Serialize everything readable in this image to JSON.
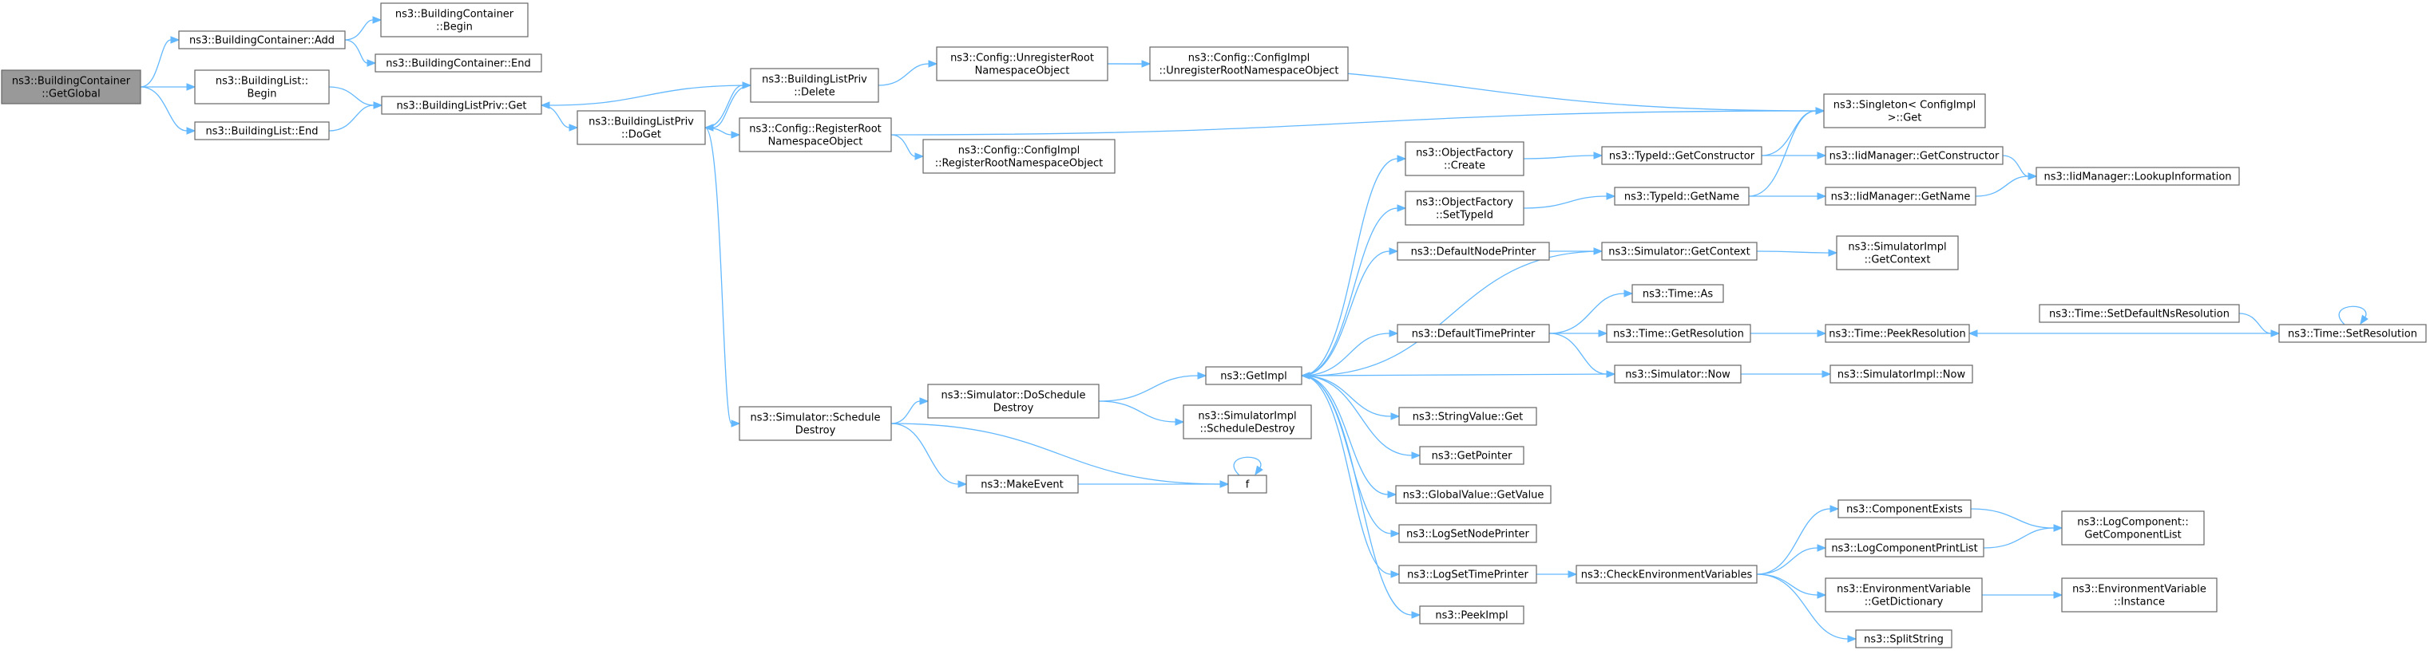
{
  "graph": {
    "title": "",
    "nodes": [
      {
        "id": "root",
        "lines": [
          "ns3::BuildingContainer",
          "::GetGlobal"
        ]
      },
      {
        "id": "bc_add",
        "lines": [
          "ns3::BuildingContainer::Add"
        ]
      },
      {
        "id": "bc_begin",
        "lines": [
          "ns3::BuildingContainer",
          "::Begin"
        ]
      },
      {
        "id": "bc_end",
        "lines": [
          "ns3::BuildingContainer::End"
        ]
      },
      {
        "id": "bl_begin",
        "lines": [
          "ns3::BuildingList::",
          "Begin"
        ]
      },
      {
        "id": "bl_end",
        "lines": [
          "ns3::BuildingList::End"
        ]
      },
      {
        "id": "blp_get",
        "lines": [
          "ns3::BuildingListPriv::Get"
        ]
      },
      {
        "id": "blp_doget",
        "lines": [
          "ns3::BuildingListPriv",
          "::DoGet"
        ]
      },
      {
        "id": "blp_delete",
        "lines": [
          "ns3::BuildingListPriv",
          "::Delete"
        ]
      },
      {
        "id": "cfg_unreg",
        "lines": [
          "ns3::Config::UnregisterRoot",
          "NamespaceObject"
        ]
      },
      {
        "id": "cfgimpl_unreg",
        "lines": [
          "ns3::Config::ConfigImpl",
          "::UnregisterRootNamespaceObject"
        ]
      },
      {
        "id": "cfg_reg",
        "lines": [
          "ns3::Config::RegisterRoot",
          "NamespaceObject"
        ]
      },
      {
        "id": "cfgimpl_reg",
        "lines": [
          "ns3::Config::ConfigImpl",
          "::RegisterRootNamespaceObject"
        ]
      },
      {
        "id": "singleton_get",
        "lines": [
          "ns3::Singleton< ConfigImpl",
          " >::Get"
        ]
      },
      {
        "id": "sim_sched",
        "lines": [
          "ns3::Simulator::Schedule",
          "Destroy"
        ]
      },
      {
        "id": "sim_dosched",
        "lines": [
          "ns3::Simulator::DoSchedule",
          "Destroy"
        ]
      },
      {
        "id": "simimpl_sched",
        "lines": [
          "ns3::SimulatorImpl",
          "::ScheduleDestroy"
        ]
      },
      {
        "id": "makeevent",
        "lines": [
          "ns3::MakeEvent"
        ]
      },
      {
        "id": "f",
        "lines": [
          "f"
        ]
      },
      {
        "id": "getimpl",
        "lines": [
          "ns3::GetImpl"
        ]
      },
      {
        "id": "of_create",
        "lines": [
          "ns3::ObjectFactory",
          "::Create"
        ]
      },
      {
        "id": "of_settypeid",
        "lines": [
          "ns3::ObjectFactory",
          "::SetTypeId"
        ]
      },
      {
        "id": "defnodeprinter",
        "lines": [
          "ns3::DefaultNodePrinter"
        ]
      },
      {
        "id": "deftimeprinter",
        "lines": [
          "ns3::DefaultTimePrinter"
        ]
      },
      {
        "id": "stringvalue_get",
        "lines": [
          "ns3::StringValue::Get"
        ]
      },
      {
        "id": "getpointer",
        "lines": [
          "ns3::GetPointer"
        ]
      },
      {
        "id": "globalvalue_get",
        "lines": [
          "ns3::GlobalValue::GetValue"
        ]
      },
      {
        "id": "logsetnode",
        "lines": [
          "ns3::LogSetNodePrinter"
        ]
      },
      {
        "id": "logsettime",
        "lines": [
          "ns3::LogSetTimePrinter"
        ]
      },
      {
        "id": "peekimpl",
        "lines": [
          "ns3::PeekImpl"
        ]
      },
      {
        "id": "typeid_getctor",
        "lines": [
          "ns3::TypeId::GetConstructor"
        ]
      },
      {
        "id": "typeid_getname",
        "lines": [
          "ns3::TypeId::GetName"
        ]
      },
      {
        "id": "iid_getctor",
        "lines": [
          "ns3::IidManager::GetConstructor"
        ]
      },
      {
        "id": "iid_getname",
        "lines": [
          "ns3::IidManager::GetName"
        ]
      },
      {
        "id": "iid_lookup",
        "lines": [
          "ns3::IidManager::LookupInformation"
        ]
      },
      {
        "id": "sim_getcontext",
        "lines": [
          "ns3::Simulator::GetContext"
        ]
      },
      {
        "id": "simimpl_getcontext",
        "lines": [
          "ns3::SimulatorImpl",
          "::GetContext"
        ]
      },
      {
        "id": "time_as",
        "lines": [
          "ns3::Time::As"
        ]
      },
      {
        "id": "time_getres",
        "lines": [
          "ns3::Time::GetResolution"
        ]
      },
      {
        "id": "sim_now",
        "lines": [
          "ns3::Simulator::Now"
        ]
      },
      {
        "id": "simimpl_now",
        "lines": [
          "ns3::SimulatorImpl::Now"
        ]
      },
      {
        "id": "time_peekres",
        "lines": [
          "ns3::Time::PeekResolution"
        ]
      },
      {
        "id": "time_setdefns",
        "lines": [
          "ns3::Time::SetDefaultNsResolution"
        ]
      },
      {
        "id": "time_setres",
        "lines": [
          "ns3::Time::SetResolution"
        ]
      },
      {
        "id": "checkenv",
        "lines": [
          "ns3::CheckEnvironmentVariables"
        ]
      },
      {
        "id": "compexists",
        "lines": [
          "ns3::ComponentExists"
        ]
      },
      {
        "id": "logcompprint",
        "lines": [
          "ns3::LogComponentPrintList"
        ]
      },
      {
        "id": "envvar_getdict",
        "lines": [
          "ns3::EnvironmentVariable",
          "::GetDictionary"
        ]
      },
      {
        "id": "splitstring",
        "lines": [
          "ns3::SplitString"
        ]
      },
      {
        "id": "logcomp_getlist",
        "lines": [
          "ns3::LogComponent::",
          "GetComponentList"
        ]
      },
      {
        "id": "envvar_instance",
        "lines": [
          "ns3::EnvironmentVariable",
          "::Instance"
        ]
      }
    ],
    "edges": [
      [
        "root",
        "bc_add"
      ],
      [
        "root",
        "bl_begin"
      ],
      [
        "root",
        "bl_end"
      ],
      [
        "bc_add",
        "bc_begin"
      ],
      [
        "bc_add",
        "bc_end"
      ],
      [
        "bl_begin",
        "blp_get"
      ],
      [
        "bl_end",
        "blp_get"
      ],
      [
        "blp_get",
        "blp_doget"
      ],
      [
        "blp_doget",
        "blp_delete"
      ],
      [
        "blp_delete",
        "blp_doget"
      ],
      [
        "blp_delete",
        "blp_get"
      ],
      [
        "blp_delete",
        "cfg_unreg"
      ],
      [
        "cfg_unreg",
        "cfgimpl_unreg"
      ],
      [
        "cfg_unreg",
        "singleton_get"
      ],
      [
        "blp_doget",
        "cfg_reg"
      ],
      [
        "cfg_reg",
        "cfgimpl_reg"
      ],
      [
        "cfg_reg",
        "singleton_get"
      ],
      [
        "blp_doget",
        "sim_sched"
      ],
      [
        "sim_sched",
        "sim_dosched"
      ],
      [
        "sim_sched",
        "makeevent"
      ],
      [
        "sim_sched",
        "f"
      ],
      [
        "sim_dosched",
        "getimpl"
      ],
      [
        "sim_dosched",
        "simimpl_sched"
      ],
      [
        "makeevent",
        "f"
      ],
      [
        "f",
        "f"
      ],
      [
        "getimpl",
        "of_create"
      ],
      [
        "getimpl",
        "of_settypeid"
      ],
      [
        "getimpl",
        "defnodeprinter"
      ],
      [
        "getimpl",
        "deftimeprinter"
      ],
      [
        "getimpl",
        "stringvalue_get"
      ],
      [
        "getimpl",
        "getpointer"
      ],
      [
        "getimpl",
        "globalvalue_get"
      ],
      [
        "getimpl",
        "logsetnode"
      ],
      [
        "getimpl",
        "logsettime"
      ],
      [
        "getimpl",
        "peekimpl"
      ],
      [
        "of_create",
        "typeid_getctor"
      ],
      [
        "of_settypeid",
        "typeid_getname"
      ],
      [
        "typeid_getctor",
        "iid_getctor"
      ],
      [
        "typeid_getctor",
        "singleton_get"
      ],
      [
        "typeid_getname",
        "iid_getname"
      ],
      [
        "typeid_getname",
        "singleton_get"
      ],
      [
        "iid_getctor",
        "iid_lookup"
      ],
      [
        "iid_getname",
        "iid_lookup"
      ],
      [
        "defnodeprinter",
        "sim_getcontext"
      ],
      [
        "sim_getcontext",
        "getimpl"
      ],
      [
        "sim_getcontext",
        "simimpl_getcontext"
      ],
      [
        "deftimeprinter",
        "time_as"
      ],
      [
        "deftimeprinter",
        "time_getres"
      ],
      [
        "deftimeprinter",
        "sim_now"
      ],
      [
        "time_getres",
        "time_peekres"
      ],
      [
        "sim_now",
        "getimpl"
      ],
      [
        "sim_now",
        "simimpl_now"
      ],
      [
        "time_setdefns",
        "time_setres"
      ],
      [
        "time_setres",
        "time_peekres"
      ],
      [
        "time_setres",
        "time_setres"
      ],
      [
        "logsettime",
        "checkenv"
      ],
      [
        "checkenv",
        "compexists"
      ],
      [
        "checkenv",
        "logcompprint"
      ],
      [
        "checkenv",
        "envvar_getdict"
      ],
      [
        "checkenv",
        "splitstring"
      ],
      [
        "compexists",
        "logcomp_getlist"
      ],
      [
        "logcompprint",
        "logcomp_getlist"
      ],
      [
        "envvar_getdict",
        "envvar_instance"
      ]
    ]
  }
}
